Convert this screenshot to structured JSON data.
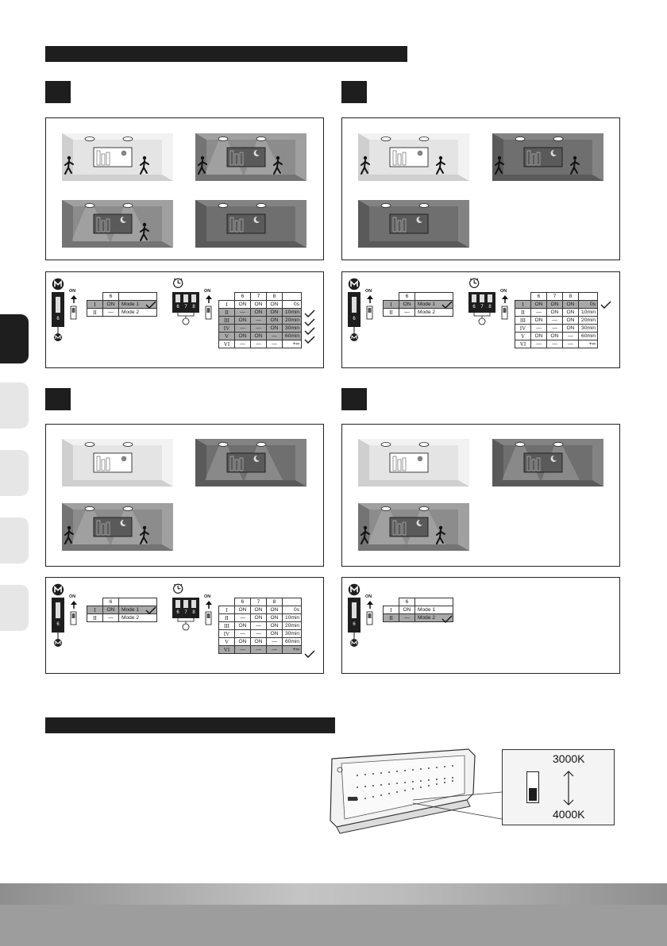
{
  "sections": [
    {
      "mode_table": {
        "header": "6",
        "rows": [
          {
            "roman": "I",
            "value": "ON",
            "mode": "Mode 1",
            "highlight": true
          },
          {
            "roman": "II",
            "value": "—",
            "mode": "Mode 2",
            "highlight": false
          }
        ]
      },
      "timer_table": {
        "headers": [
          "6",
          "7",
          "8"
        ],
        "rows": [
          {
            "roman": "I",
            "v6": "ON",
            "v7": "ON",
            "v8": "ON",
            "time": "0s",
            "highlight": false
          },
          {
            "roman": "II",
            "v6": "—",
            "v7": "ON",
            "v8": "ON",
            "time": "10min",
            "highlight": true
          },
          {
            "roman": "III",
            "v6": "ON",
            "v7": "—",
            "v8": "ON",
            "time": "20min",
            "highlight": true
          },
          {
            "roman": "IV",
            "v6": "—",
            "v7": "—",
            "v8": "ON",
            "time": "30min",
            "highlight": true
          },
          {
            "roman": "V",
            "v6": "ON",
            "v7": "ON",
            "v8": "—",
            "time": "60min",
            "highlight": true
          },
          {
            "roman": "VI",
            "v6": "—",
            "v7": "—",
            "v8": "—",
            "time": "+∞",
            "highlight": false
          }
        ]
      }
    },
    {
      "mode_table": {
        "header": "6",
        "rows": [
          {
            "roman": "I",
            "value": "ON",
            "mode": "Mode 1",
            "highlight": true
          },
          {
            "roman": "II",
            "value": "—",
            "mode": "Mode 2",
            "highlight": false
          }
        ]
      },
      "timer_table": {
        "headers": [
          "6",
          "7",
          "8"
        ],
        "rows": [
          {
            "roman": "I",
            "v6": "ON",
            "v7": "ON",
            "v8": "ON",
            "time": "0s",
            "highlight": true
          },
          {
            "roman": "II",
            "v6": "—",
            "v7": "ON",
            "v8": "ON",
            "time": "10min",
            "highlight": false
          },
          {
            "roman": "III",
            "v6": "ON",
            "v7": "—",
            "v8": "ON",
            "time": "20min",
            "highlight": false
          },
          {
            "roman": "IV",
            "v6": "—",
            "v7": "—",
            "v8": "ON",
            "time": "30min",
            "highlight": false
          },
          {
            "roman": "V",
            "v6": "ON",
            "v7": "ON",
            "v8": "—",
            "time": "60min",
            "highlight": false
          },
          {
            "roman": "VI",
            "v6": "—",
            "v7": "—",
            "v8": "—",
            "time": "+∞",
            "highlight": false
          }
        ]
      }
    },
    {
      "mode_table": {
        "header": "6",
        "rows": [
          {
            "roman": "I",
            "value": "ON",
            "mode": "Mode 1",
            "highlight": true
          },
          {
            "roman": "II",
            "value": "—",
            "mode": "Mode 2",
            "highlight": false
          }
        ]
      },
      "timer_table": {
        "headers": [
          "6",
          "7",
          "8"
        ],
        "rows": [
          {
            "roman": "I",
            "v6": "ON",
            "v7": "ON",
            "v8": "ON",
            "time": "0s",
            "highlight": false
          },
          {
            "roman": "II",
            "v6": "—",
            "v7": "ON",
            "v8": "ON",
            "time": "10min",
            "highlight": false
          },
          {
            "roman": "III",
            "v6": "ON",
            "v7": "—",
            "v8": "ON",
            "time": "20min",
            "highlight": false
          },
          {
            "roman": "IV",
            "v6": "—",
            "v7": "—",
            "v8": "ON",
            "time": "30min",
            "highlight": false
          },
          {
            "roman": "V",
            "v6": "ON",
            "v7": "ON",
            "v8": "—",
            "time": "60min",
            "highlight": false
          },
          {
            "roman": "VI",
            "v6": "—",
            "v7": "—",
            "v8": "—",
            "time": "+∞",
            "highlight": true
          }
        ]
      }
    },
    {
      "mode_table": {
        "header": "6",
        "rows": [
          {
            "roman": "I",
            "value": "ON",
            "mode": "Mode 1",
            "highlight": false
          },
          {
            "roman": "II",
            "value": "—",
            "mode": "Mode 2",
            "highlight": true
          }
        ]
      }
    }
  ],
  "labels": {
    "on": "ON",
    "switch_digit": "6",
    "dip_digits": [
      "6",
      "7",
      "8"
    ],
    "cct_top": "3000K",
    "cct_bottom": "4000K"
  },
  "icons": {
    "mode": "mode-m-icon",
    "timer": "timer-clock-icon",
    "check": "check-mark-icon",
    "walker": "walking-person-icon",
    "moon": "moon-icon",
    "sun": "sun-icon"
  },
  "colors": {
    "bar": "#1e1e1e",
    "highlight": "#a8a8a8",
    "room_lit": "#e4e4e4",
    "room_dark": "#6f6f6f",
    "room_dim": "#8c8c8c",
    "tab_active": "#1e1e1e",
    "tab_inactive": "#e6e6e6"
  }
}
